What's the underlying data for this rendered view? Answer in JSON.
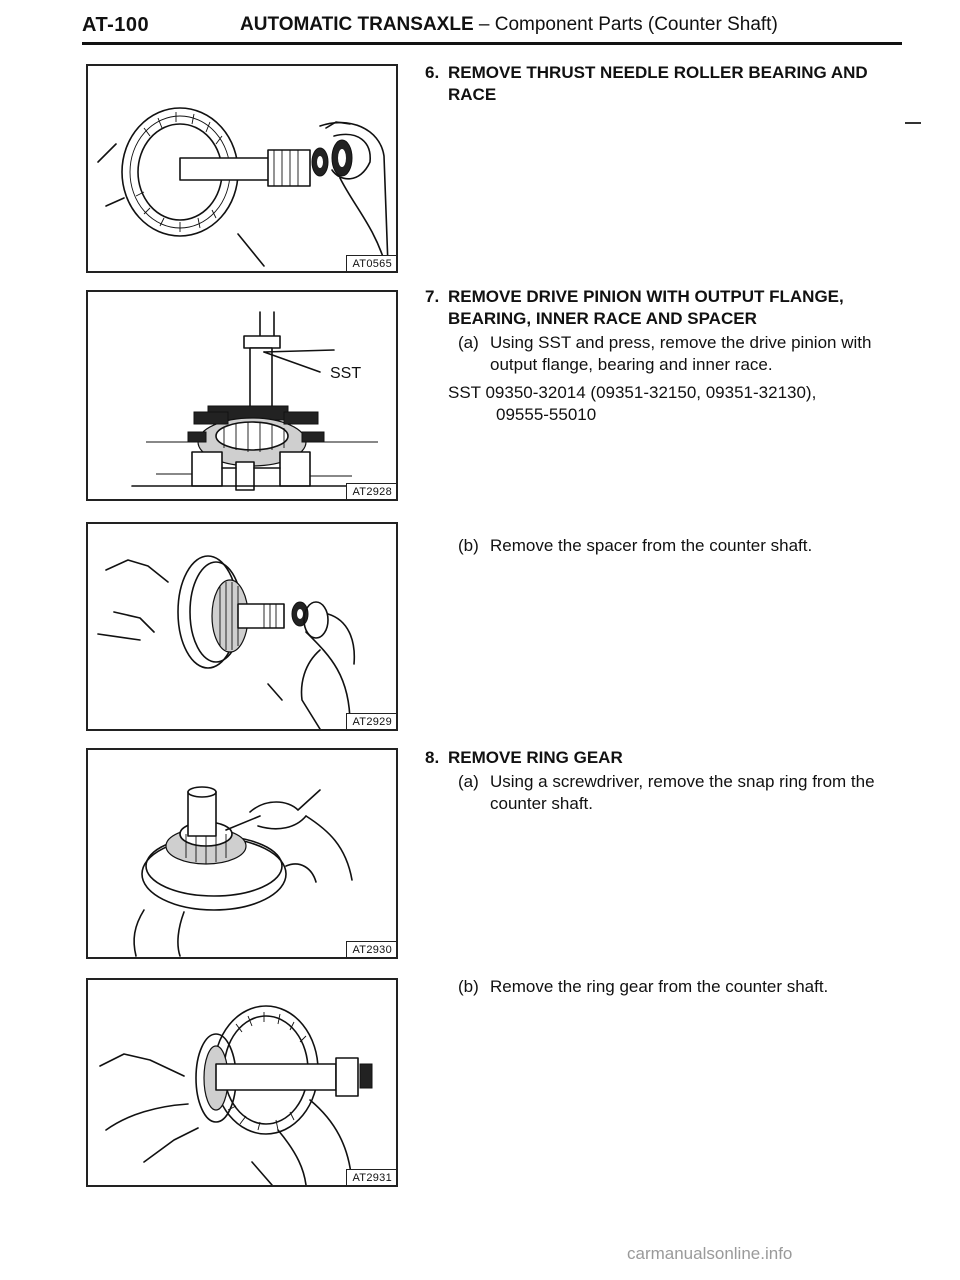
{
  "header": {
    "page_code": "AT-100",
    "title_bold": "AUTOMATIC TRANSAXLE",
    "title_sep": " – ",
    "title_rest": "Component Parts (Counter Shaft)"
  },
  "figures": [
    {
      "code": "AT0565"
    },
    {
      "code": "AT2928",
      "label": "SST"
    },
    {
      "code": "AT2929"
    },
    {
      "code": "AT2930"
    },
    {
      "code": "AT2931"
    }
  ],
  "steps": {
    "s6": {
      "num": "6.",
      "heading_1": "REMOVE THRUST NEEDLE ROLLER BEARING AND",
      "heading_2": "RACE"
    },
    "s7": {
      "num": "7.",
      "heading_1": "REMOVE DRIVE PINION WITH OUTPUT FLANGE,",
      "heading_2": "BEARING, INNER RACE AND SPACER",
      "a_label": "(a)",
      "a_text": "Using SST and press, remove the drive pinion with output flange, bearing and inner race.",
      "sst_1": "SST 09350-32014 (09351-32150, 09351-32130),",
      "sst_2": "09555-55010",
      "b_label": "(b)",
      "b_text": "Remove the spacer from the counter shaft."
    },
    "s8": {
      "num": "8.",
      "heading_1": "REMOVE RING GEAR",
      "a_label": "(a)",
      "a_text": "Using a screwdriver, remove the snap ring from the counter shaft.",
      "b_label": "(b)",
      "b_text": "Remove the ring gear from the counter shaft."
    }
  },
  "footer": {
    "watermark": "carmanualsonline.info"
  }
}
